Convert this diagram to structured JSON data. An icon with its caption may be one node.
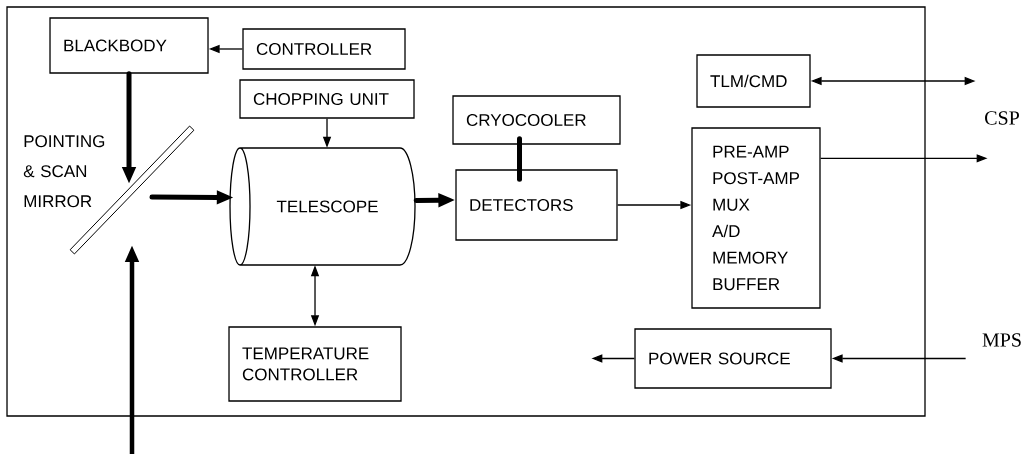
{
  "diagram": {
    "nodes": [
      {
        "text": [],
        "shape": "box"
      },
      {
        "text": [
          "BLACKBODY"
        ],
        "in": 0
      },
      {
        "text": [
          "CONTROLLER"
        ],
        "in": 0
      },
      {
        "text": [
          "CHOPPING UNIT"
        ],
        "in": 0
      },
      {
        "text": [
          "CRYOCOOLER"
        ],
        "in": 0
      },
      {
        "text": [
          "TLM/CMD"
        ],
        "in": 0
      },
      {
        "text": [],
        "shape": "bar",
        "beside": [
          "POINTING & SCAN MIRROR"
        ],
        "in": 0
      },
      {
        "text": [
          "TELESCOPE"
        ],
        "in": 0
      },
      {
        "text": [
          "DETECTORS"
        ],
        "in": 0
      },
      {
        "text": [
          "PRE-AMP",
          "POST-AMP",
          "MUX",
          "A/D",
          "MEMORY",
          "BUFFER"
        ],
        "in": 0
      },
      {
        "text": [
          "TEMPERATURE CONTROLLER"
        ],
        "in": 0
      },
      {
        "text": [
          "POWER SOURCE"
        ],
        "in": 0
      }
    ],
    "edges": [
      {
        "from": 2,
        "to": 1,
        "arrow": "to"
      },
      {
        "from": 1,
        "to": 6,
        "arrow": "to",
        "style": "thick"
      },
      {
        "from": 3,
        "to": 7,
        "arrow": "to"
      },
      {
        "from": 4,
        "to": 8,
        "arrow": "none",
        "style": "thick"
      },
      {
        "from": 6,
        "to": 7,
        "arrow": "to",
        "style": "thick"
      },
      {
        "from": 7,
        "to": 8,
        "arrow": "to",
        "style": "thick"
      },
      {
        "from": 8,
        "to": 9,
        "arrow": "to"
      },
      {
        "from": 7,
        "to": 10,
        "arrow": "both"
      },
      {
        "from": 5,
        "to": null,
        "arrow": "both"
      },
      {
        "from": 9,
        "to": null,
        "arrow": "to"
      },
      {
        "from": null,
        "to": 11,
        "arrow": "to"
      },
      {
        "from": 11,
        "to": null,
        "arrow": "to"
      },
      {
        "from": null,
        "to": 6,
        "arrow": "to",
        "style": "thick"
      }
    ],
    "labels": [
      "CSP",
      "MPS"
    ]
  }
}
